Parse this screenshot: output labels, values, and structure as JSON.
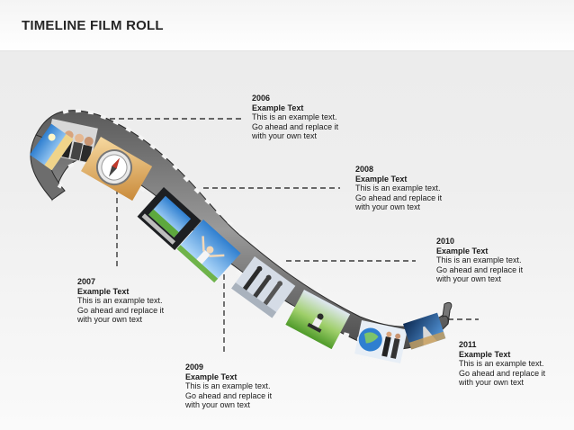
{
  "title": "TIMELINE FILM ROLL",
  "entries": [
    {
      "year": "2006",
      "heading": "Example Text",
      "body": "This is an example text. Go ahead and replace it with your own text"
    },
    {
      "year": "2007",
      "heading": "Example Text",
      "body": "This is an example text. Go ahead and replace it with your own text"
    },
    {
      "year": "2008",
      "heading": "Example Text",
      "body": "This is an example text. Go ahead and replace it with your own text"
    },
    {
      "year": "2009",
      "heading": "Example Text",
      "body": "This is an example text. Go ahead and replace it with your own text"
    },
    {
      "year": "2010",
      "heading": "Example Text",
      "body": "This is an example text. Go ahead and replace it with your own text"
    },
    {
      "year": "2011",
      "heading": "Example Text",
      "body": "This is an example text. Go ahead and replace it with your own text"
    }
  ],
  "frames": [
    {
      "icon": "business-team-photo-icon"
    },
    {
      "icon": "beach-photo-icon"
    },
    {
      "icon": "compass-photo-icon"
    },
    {
      "icon": "laptop-screen-photo-icon"
    },
    {
      "icon": "arms-raised-sky-photo-icon"
    },
    {
      "icon": "walking-people-photo-icon"
    },
    {
      "icon": "person-sitting-field-photo-icon"
    },
    {
      "icon": "globe-handshake-photo-icon"
    },
    {
      "icon": "road-photo-icon"
    }
  ]
}
